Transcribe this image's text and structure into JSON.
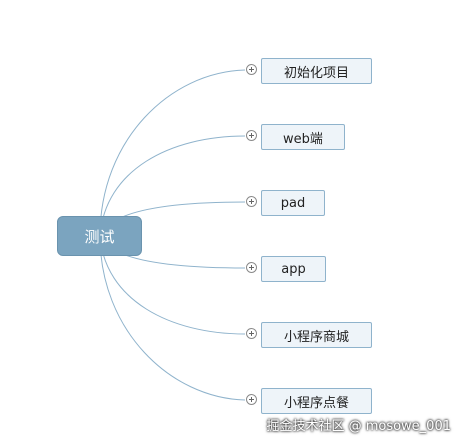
{
  "root": {
    "label": "测试"
  },
  "children": [
    {
      "label": "初始化项目"
    },
    {
      "label": "web端"
    },
    {
      "label": "pad"
    },
    {
      "label": "app"
    },
    {
      "label": "小程序商城"
    },
    {
      "label": "小程序点餐"
    }
  ],
  "watermark": "掘金技术社区 @ mosowe_001",
  "colors": {
    "root_fill": "#7ba4bf",
    "node_fill": "#eef4f9",
    "node_border": "#8fb3cc",
    "connector": "#8fb3cc"
  }
}
